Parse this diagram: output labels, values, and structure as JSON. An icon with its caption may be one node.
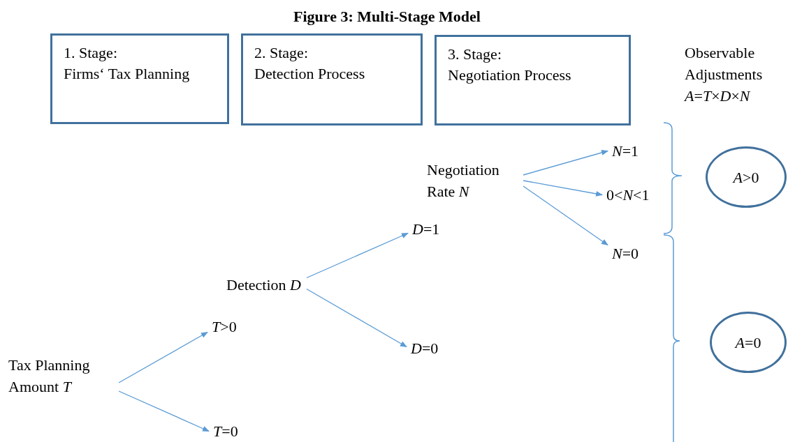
{
  "diagram": {
    "title": "Figure 3: Multi-Stage Model",
    "nodes": [
      {
        "text": [
          "1. Stage:",
          "Firms‘ Tax Planning"
        ]
      },
      {
        "text": [
          "2. Stage:",
          "Detection Process"
        ]
      },
      {
        "text": [
          "3. Stage:",
          "Negotiation Process"
        ]
      },
      {
        "text": [
          "Tax Planning Amount *T*"
        ]
      },
      {
        "text": [
          "*T*>0"
        ]
      },
      {
        "text": [
          "*T*=0"
        ]
      },
      {
        "text": [
          "Detection *D*"
        ]
      },
      {
        "text": [
          "*D*=1"
        ]
      },
      {
        "text": [
          "*D*=0"
        ]
      },
      {
        "text": [
          "Negotiation Rate *N*"
        ]
      },
      {
        "text": [
          "*N*=1"
        ]
      },
      {
        "text": [
          "0<*N*<1"
        ]
      },
      {
        "text": [
          "*N*=0"
        ]
      },
      {
        "text": [
          "*A*>0"
        ]
      },
      {
        "text": [
          "*A*=0"
        ]
      }
    ],
    "edges": [
      {
        "from": 3,
        "to": 4,
        "arrow": "to"
      },
      {
        "from": 3,
        "to": 5,
        "arrow": "to"
      },
      {
        "from": 6,
        "to": 7,
        "arrow": "to"
      },
      {
        "from": 6,
        "to": 8,
        "arrow": "to"
      },
      {
        "from": 9,
        "to": 10,
        "arrow": "to"
      },
      {
        "from": 9,
        "to": 11,
        "arrow": "to"
      },
      {
        "from": 9,
        "to": 12,
        "arrow": "to"
      }
    ],
    "labels": [
      "Observable Adjustments",
      "*A*=*T*×*D*×*N*"
    ]
  }
}
